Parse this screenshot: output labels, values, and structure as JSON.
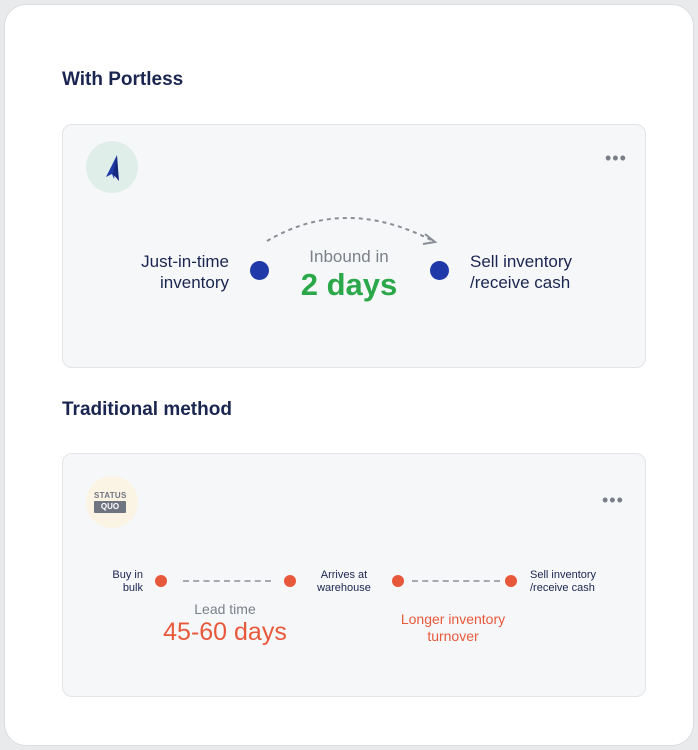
{
  "portless": {
    "section_title": "With Portless",
    "left_label": [
      "Just-in-time",
      "inventory"
    ],
    "center_label": "Inbound in",
    "center_value": "2 days",
    "right_label": [
      "Sell inventory",
      "/receive cash"
    ],
    "more_label": "•••",
    "logo_icon": "portless-logo-icon",
    "colors": {
      "accent": "#1f3aa8",
      "highlight": "#2aa84a"
    }
  },
  "traditional": {
    "section_title": "Traditional method",
    "badge_top": "STATUS",
    "badge_bottom": "QUO",
    "step1": [
      "Buy in",
      "bulk"
    ],
    "step2": [
      "Arrives at",
      "warehouse"
    ],
    "step3": [
      "Sell inventory",
      "/receive cash"
    ],
    "lead_label": "Lead time",
    "lead_value": "45-60 days",
    "turnover": [
      "Longer inventory",
      "turnover"
    ],
    "more_label": "•••",
    "colors": {
      "accent": "#e8593b"
    }
  }
}
